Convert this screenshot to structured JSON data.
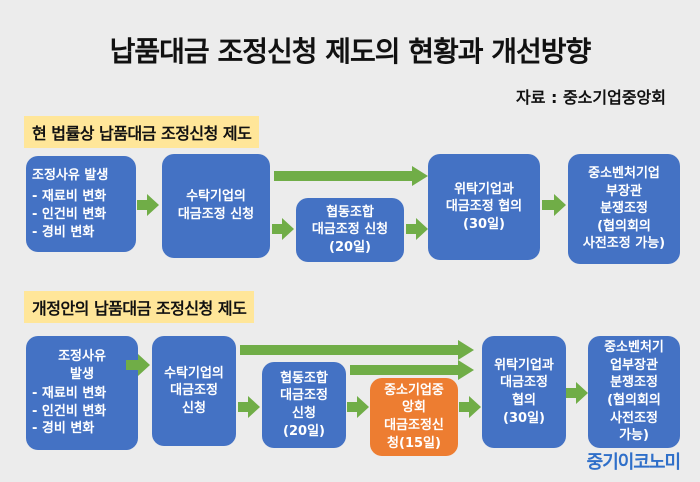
{
  "title": "납품대금 조정신청 제도의 현황과 개선방향",
  "source": "자료 : 중소기업중앙회",
  "sections": [
    {
      "label": "현 법률상 납품대금 조정신청 제도",
      "boxes": [
        [
          "조정사유 발생",
          "- 재료비 변화",
          "- 인건비 변화",
          "- 경비 변화"
        ],
        [
          "수탁기업의",
          "대금조정 신청"
        ],
        [
          "협동조합",
          "대금조정 신청",
          "(20일)"
        ],
        [
          "위탁기업과",
          "대금조정 협의",
          "(30일)"
        ],
        [
          "중소벤처기업",
          "부장관",
          "분쟁조정",
          "(협의회의",
          "사전조정 가능)"
        ]
      ]
    },
    {
      "label": "개정안의 납품대금 조정신청 제도",
      "boxes": [
        [
          "조정사유",
          "발생",
          "- 재료비 변화",
          "- 인건비 변화",
          "- 경비 변화"
        ],
        [
          "수탁기업의",
          "대금조정",
          "신청"
        ],
        [
          "협동조합",
          "대금조정",
          "신청",
          "(20일)"
        ],
        [
          "중소기업중",
          "앙회",
          "대금조정신",
          "청(15일)"
        ],
        [
          "위탁기업과",
          "대금조정",
          "협의",
          "(30일)"
        ],
        [
          "중소벤처기",
          "업부장관",
          "분쟁조정",
          "(협의회의",
          "사전조정",
          "가능)"
        ]
      ]
    }
  ],
  "colors": {
    "box": "#4472c4",
    "highlight": "#ed7d31",
    "arrow": "#70ad47",
    "label_bg": "#ffe699"
  },
  "logo": "중기이코노미"
}
